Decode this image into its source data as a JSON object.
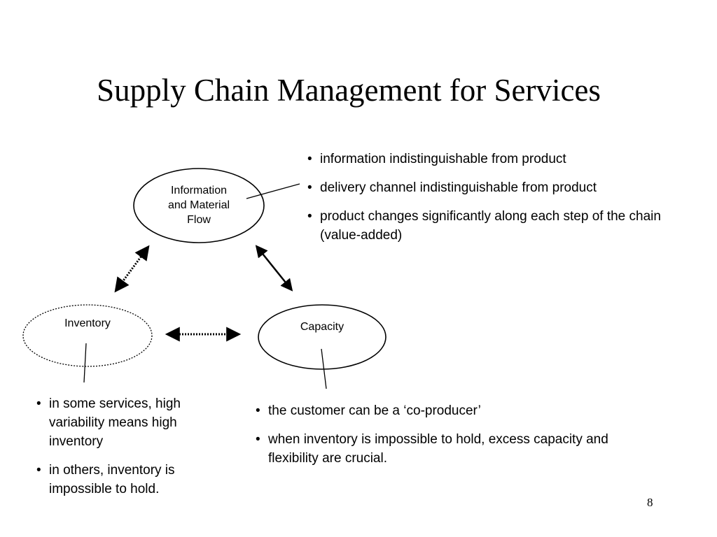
{
  "title": "Supply Chain Management for Services",
  "nodes": {
    "info_flow": [
      "Information",
      "and Material",
      "Flow"
    ],
    "inventory": "Inventory",
    "capacity": "Capacity"
  },
  "info_bullets": [
    "information indistinguishable from product",
    "delivery channel indistinguishable from product",
    "product changes significantly along each step of the chain (value-added)"
  ],
  "inventory_bullets": [
    "in some services, high variability means high inventory",
    "in others, inventory is impossible to hold."
  ],
  "capacity_bullets": [
    "the customer can be a ‘co-producer’",
    "when inventory is impossible to hold, excess capacity and flexibility are crucial."
  ],
  "page_number": "8"
}
